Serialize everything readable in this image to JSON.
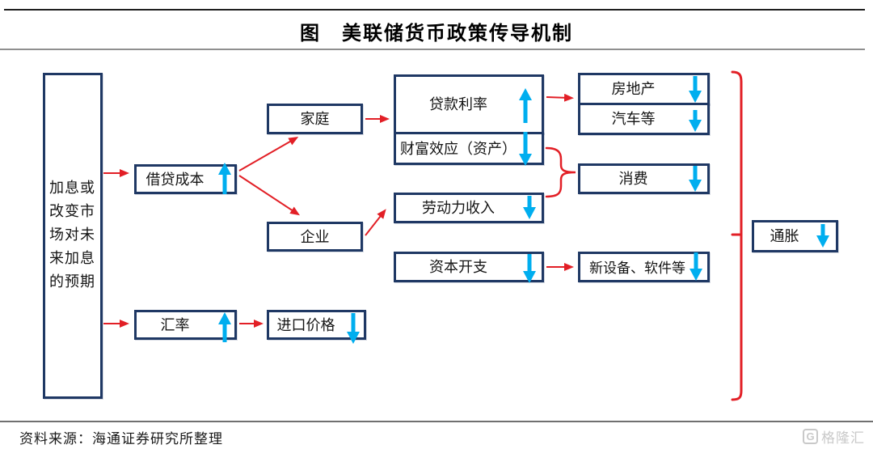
{
  "title": "图　美联储货币政策传导机制",
  "source_note": "资料来源：海通证券研究所整理",
  "watermark": {
    "logo_letter": "G",
    "brand": "格隆汇"
  },
  "colors": {
    "box_border": "#1F3864",
    "connector_red": "#E21F26",
    "trend_cyan": "#00AEEF",
    "text": "#141414"
  },
  "nodes": {
    "trigger": {
      "label": "加息或改变市场对未来加息的预期",
      "trend": null
    },
    "borrowing_cost": {
      "label": "借贷成本",
      "trend": "up"
    },
    "household": {
      "label": "家庭",
      "trend": null
    },
    "enterprise": {
      "label": "企业",
      "trend": null
    },
    "loan_rate": {
      "label": "贷款利率",
      "trend": "up"
    },
    "wealth_effect": {
      "label": "财富效应（资产）",
      "trend": "down"
    },
    "labor_income": {
      "label": "劳动力收入",
      "trend": "down"
    },
    "capex": {
      "label": "资本开支",
      "trend": "down"
    },
    "real_estate": {
      "label": "房地产",
      "trend": "down"
    },
    "autos": {
      "label": "汽车等",
      "trend": "down"
    },
    "consumption": {
      "label": "消费",
      "trend": "down"
    },
    "new_equipment": {
      "label": "新设备、软件等",
      "trend": "down"
    },
    "exchange_rate": {
      "label": "汇率",
      "trend": "up"
    },
    "import_price": {
      "label": "进口价格",
      "trend": "down"
    },
    "inflation": {
      "label": "通胀",
      "trend": "down"
    }
  },
  "edges": [
    {
      "from": "trigger",
      "to": "borrowing_cost"
    },
    {
      "from": "trigger",
      "to": "exchange_rate"
    },
    {
      "from": "borrowing_cost",
      "to": "household"
    },
    {
      "from": "borrowing_cost",
      "to": "enterprise"
    },
    {
      "from": "household",
      "to": "loan_rate"
    },
    {
      "from": "loan_rate",
      "to": "real_estate"
    },
    {
      "from": "wealth_effect",
      "to": "consumption"
    },
    {
      "from": "labor_income",
      "to": "consumption"
    },
    {
      "from": "enterprise",
      "to": "labor_income"
    },
    {
      "from": "capex",
      "to": "new_equipment"
    },
    {
      "from": "exchange_rate",
      "to": "import_price"
    },
    {
      "from": "all_channels_bracket",
      "to": "inflation"
    }
  ]
}
